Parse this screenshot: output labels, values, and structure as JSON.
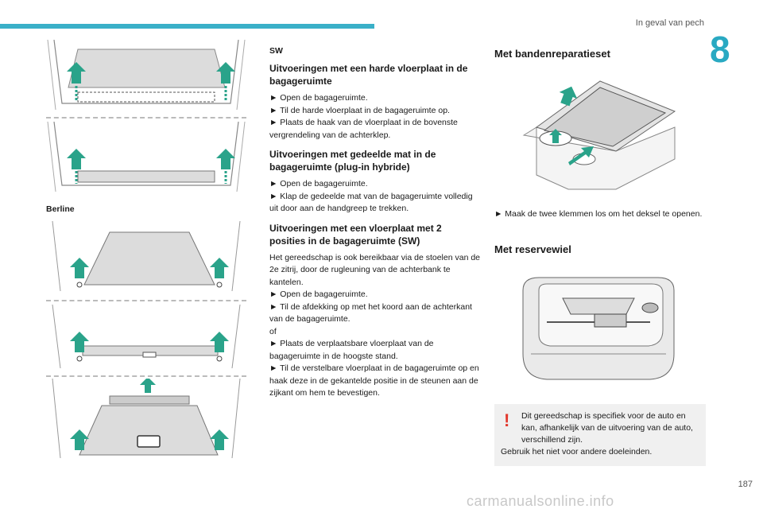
{
  "header": {
    "section_title": "In geval van pech",
    "chapter_number": "8"
  },
  "left_column": {
    "berline_label": "Berline"
  },
  "middle_column": {
    "sw_label": "SW",
    "section1": {
      "title": "Uitvoeringen met een harde vloerplaat in de bagageruimte",
      "lines": [
        "► Open de bagageruimte.",
        "► Til de harde vloerplaat in de bagageruimte op.",
        "► Plaats de haak van de vloerplaat in de bovenste vergrendeling van de achterklep."
      ]
    },
    "section2": {
      "title": "Uitvoeringen met gedeelde mat in de bagageruimte (plug-in hybride)",
      "lines": [
        "► Open de bagageruimte.",
        "► Klap de gedeelde mat van de bagageruimte volledig uit door aan de handgreep te trekken."
      ]
    },
    "section3": {
      "title": "Uitvoeringen met een vloerplaat met 2 posities in de bagageruimte (SW)",
      "lines": [
        "Het gereedschap is ook bereikbaar via de stoelen van de 2e zitrij, door de rugleuning van de achterbank te kantelen.",
        "► Open de bagageruimte.",
        "► Til de afdekking op met het koord aan de achterkant van de bagageruimte.",
        "of",
        "► Plaats de verplaatsbare vloerplaat van de bagageruimte in de hoogste stand.",
        "► Til de verstelbare vloerplaat in de bagageruimte op en haak deze in de gekantelde positie in de steunen aan de zijkant om hem te bevestigen."
      ]
    }
  },
  "right_column": {
    "repair_kit_title": "Met bandenreparatieset",
    "repair_kit_step": "► Maak de twee klemmen los om het deksel te openen.",
    "spare_wheel_title": "Met reservewiel",
    "note": {
      "line1": "Dit gereedschap is specifiek voor de auto en kan, afhankelijk van de uitvoering van de auto, verschillend zijn.",
      "line2": "Gebruik het niet voor andere doeleinden."
    }
  },
  "footer": {
    "page_number": "187",
    "watermark": "carmanualsonline.info"
  },
  "colors": {
    "accent": "#29a9c2",
    "arrow": "#2aa38a",
    "warning": "#e2372c"
  }
}
